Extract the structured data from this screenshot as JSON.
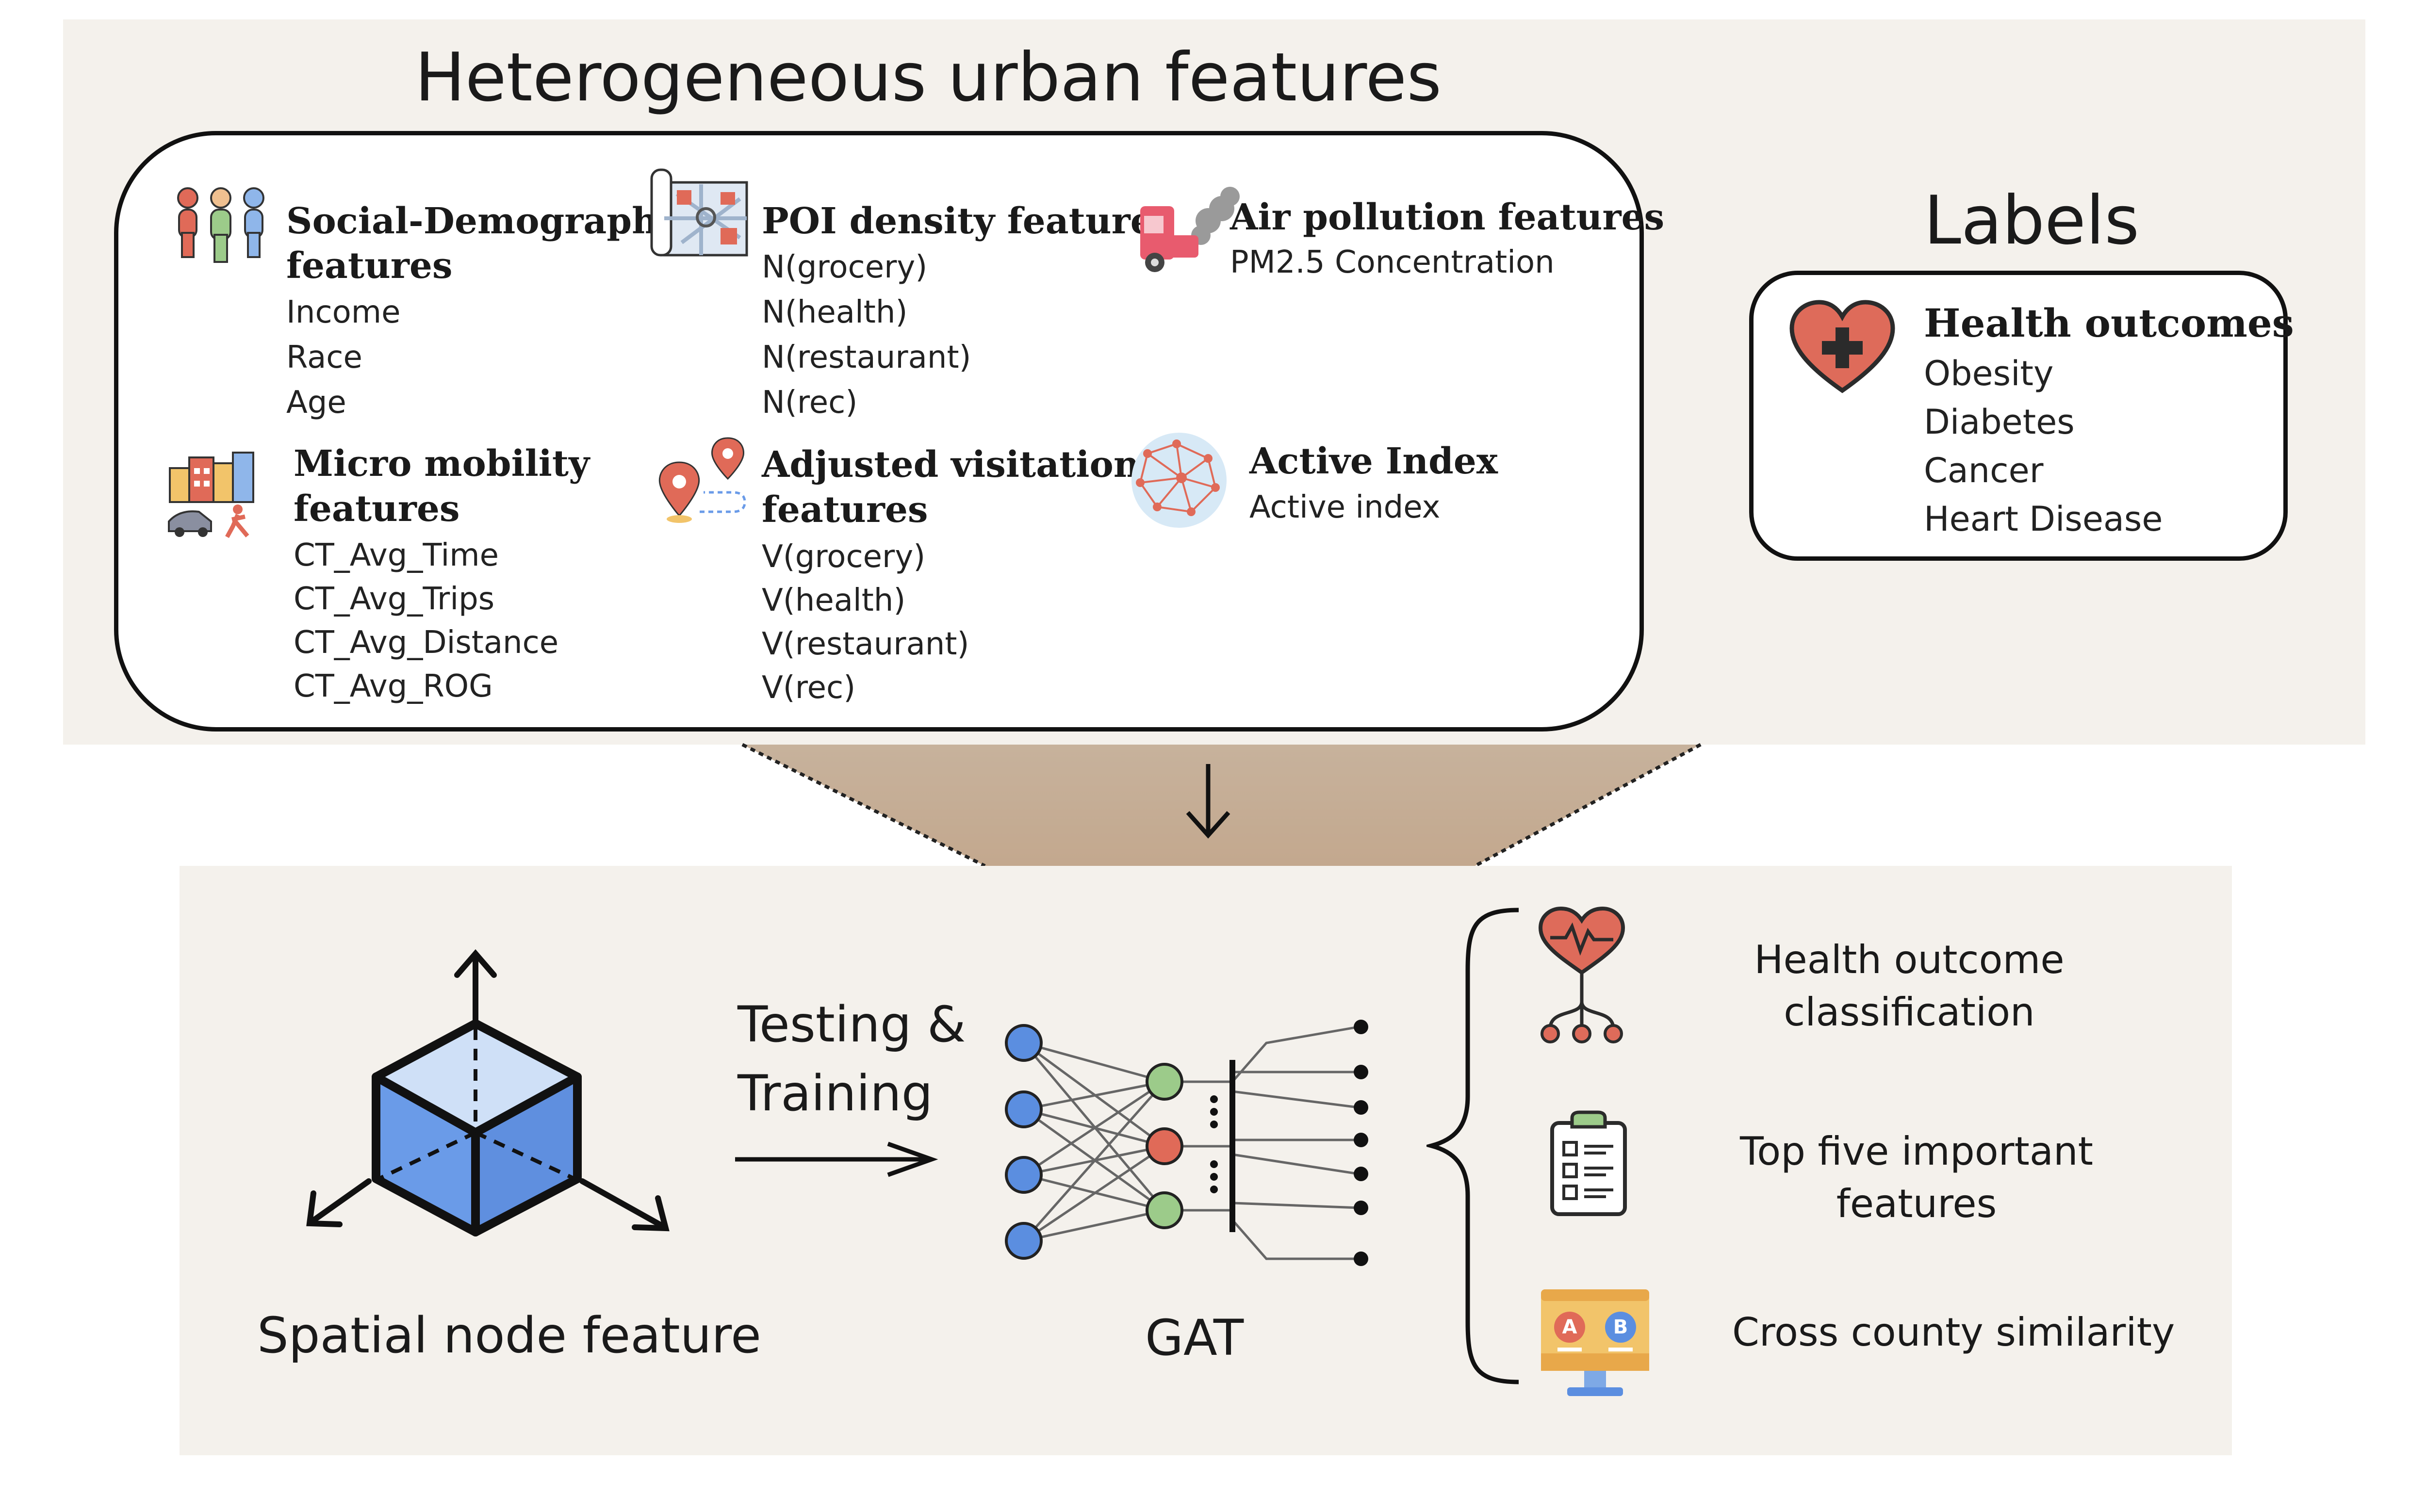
{
  "urban_panel": {
    "title": "Heterogeneous urban features",
    "groups": [
      {
        "id": "social",
        "icon": "people-icon",
        "heading_line1": "Social-Demographic",
        "heading_line2": "features",
        "items": [
          "Income",
          "Race",
          "Age"
        ]
      },
      {
        "id": "poi",
        "icon": "city-map-icon",
        "heading_line1": "POI density features",
        "heading_line2": "",
        "items": [
          "N(grocery)",
          "N(health)",
          "N(restaurant)",
          "N(rec)"
        ]
      },
      {
        "id": "air",
        "icon": "car-exhaust-icon",
        "heading_line1": "Air pollution features",
        "heading_line2": "",
        "items": [
          "PM2.5 Concentration"
        ]
      },
      {
        "id": "micro",
        "icon": "urban-mobility-icon",
        "heading_line1": "Micro mobility",
        "heading_line2": "features",
        "items": [
          "CT_Avg_Time",
          "CT_Avg_Trips",
          "CT_Avg_Distance",
          "CT_Avg_ROG"
        ]
      },
      {
        "id": "visit",
        "icon": "route-pins-icon",
        "heading_line1": "Adjusted visitation",
        "heading_line2": "features",
        "items": [
          "V(grocery)",
          "V(health)",
          "V(restaurant)",
          "V(rec)"
        ]
      },
      {
        "id": "active",
        "icon": "network-globe-icon",
        "heading_line1": "Active Index",
        "heading_line2": "",
        "items": [
          "Active index"
        ]
      }
    ]
  },
  "labels_panel": {
    "title": "Labels",
    "heading": "Health outcomes",
    "items": [
      "Obesity",
      "Diabetes",
      "Cancer",
      "Heart Disease"
    ]
  },
  "model_panel": {
    "node_caption": "Spatial node feature",
    "arrow_label_line1": "Testing &",
    "arrow_label_line2": "Training",
    "gat_caption": "GAT",
    "outputs": [
      {
        "icon": "heart-tree-icon",
        "line1": "Health outcome",
        "line2": "classification"
      },
      {
        "icon": "clipboard-icon",
        "line1": "Top five important",
        "line2": "features"
      },
      {
        "icon": "compare-monitor-icon",
        "line1": "Cross county similarity",
        "line2": ""
      }
    ]
  },
  "colors": {
    "panel_bg": "#f4f1ec",
    "funnel": "#c4ad95",
    "cube_blue": "#6a9be8",
    "cube_light": "#cfe0f7",
    "node_blue": "#5b8ee0",
    "node_green": "#9ccb8a",
    "node_red": "#e06a58",
    "heart_red": "#de6b5a"
  }
}
